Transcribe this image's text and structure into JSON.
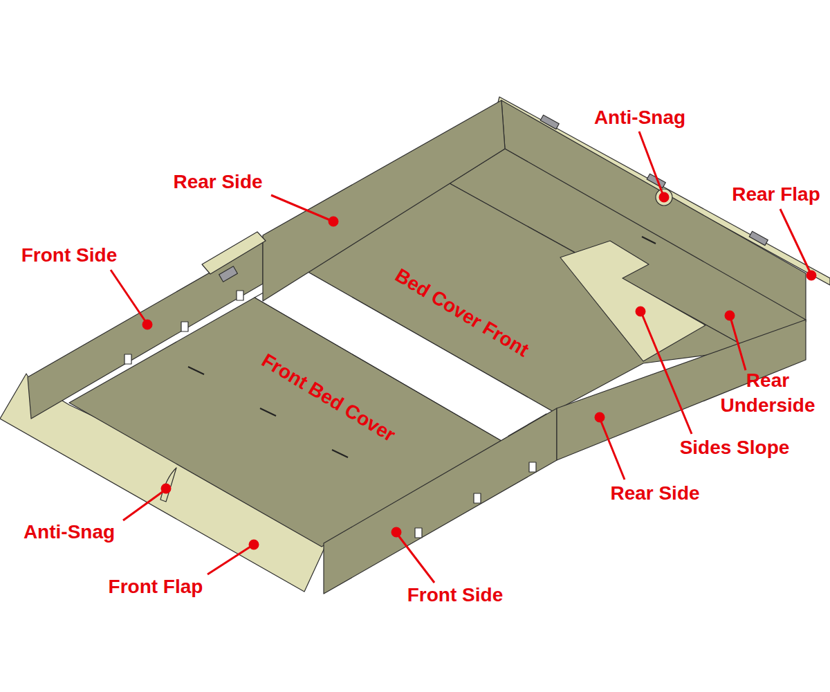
{
  "diagram": {
    "labels": [
      "Anti-Snag",
      "Rear Side",
      "Rear Flap",
      "Front Side",
      "Bed Cover Front",
      "Front Bed Cover",
      "Rear Underside",
      "Sides Slope",
      "Rear Side",
      "Anti-Snag",
      "Front Flap",
      "Front Side"
    ]
  }
}
